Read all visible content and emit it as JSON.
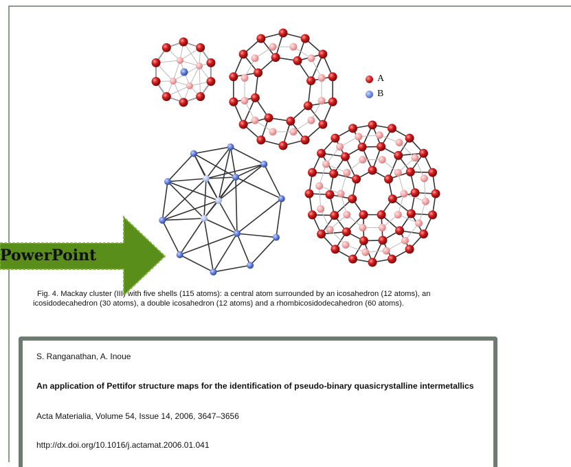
{
  "legend": {
    "a_label": "A",
    "b_label": "B",
    "a_color": "#d21f1f",
    "b_color": "#6a86e0"
  },
  "caption": {
    "line1": "Fig. 4. Mackay cluster (III) with five  shells (115 atoms): a central atom surrounded  by an icosahedron  (12 atoms), an",
    "line2": "icosidodecahedron  (30 atoms), a double icosahedron  (12 atoms) and a rhombicosidodecahedron  (60 atoms)."
  },
  "reference": {
    "authors": "S. Ranganathan,   A. Inoue",
    "title": "An application of Pettifor structure  maps for the identification of pseudo-binary  quasicrystalline intermetallics",
    "journal": "Acta Materialia, Volume 54, Issue 14, 2006, 3647–3656",
    "doi": "http://dx.doi.org/10.1016/j.actamat.2006.01.041"
  },
  "overlay": {
    "label": "PowerPoint",
    "arrow_color": "#5a8e1a",
    "arrow_border": "#6aa02a"
  }
}
